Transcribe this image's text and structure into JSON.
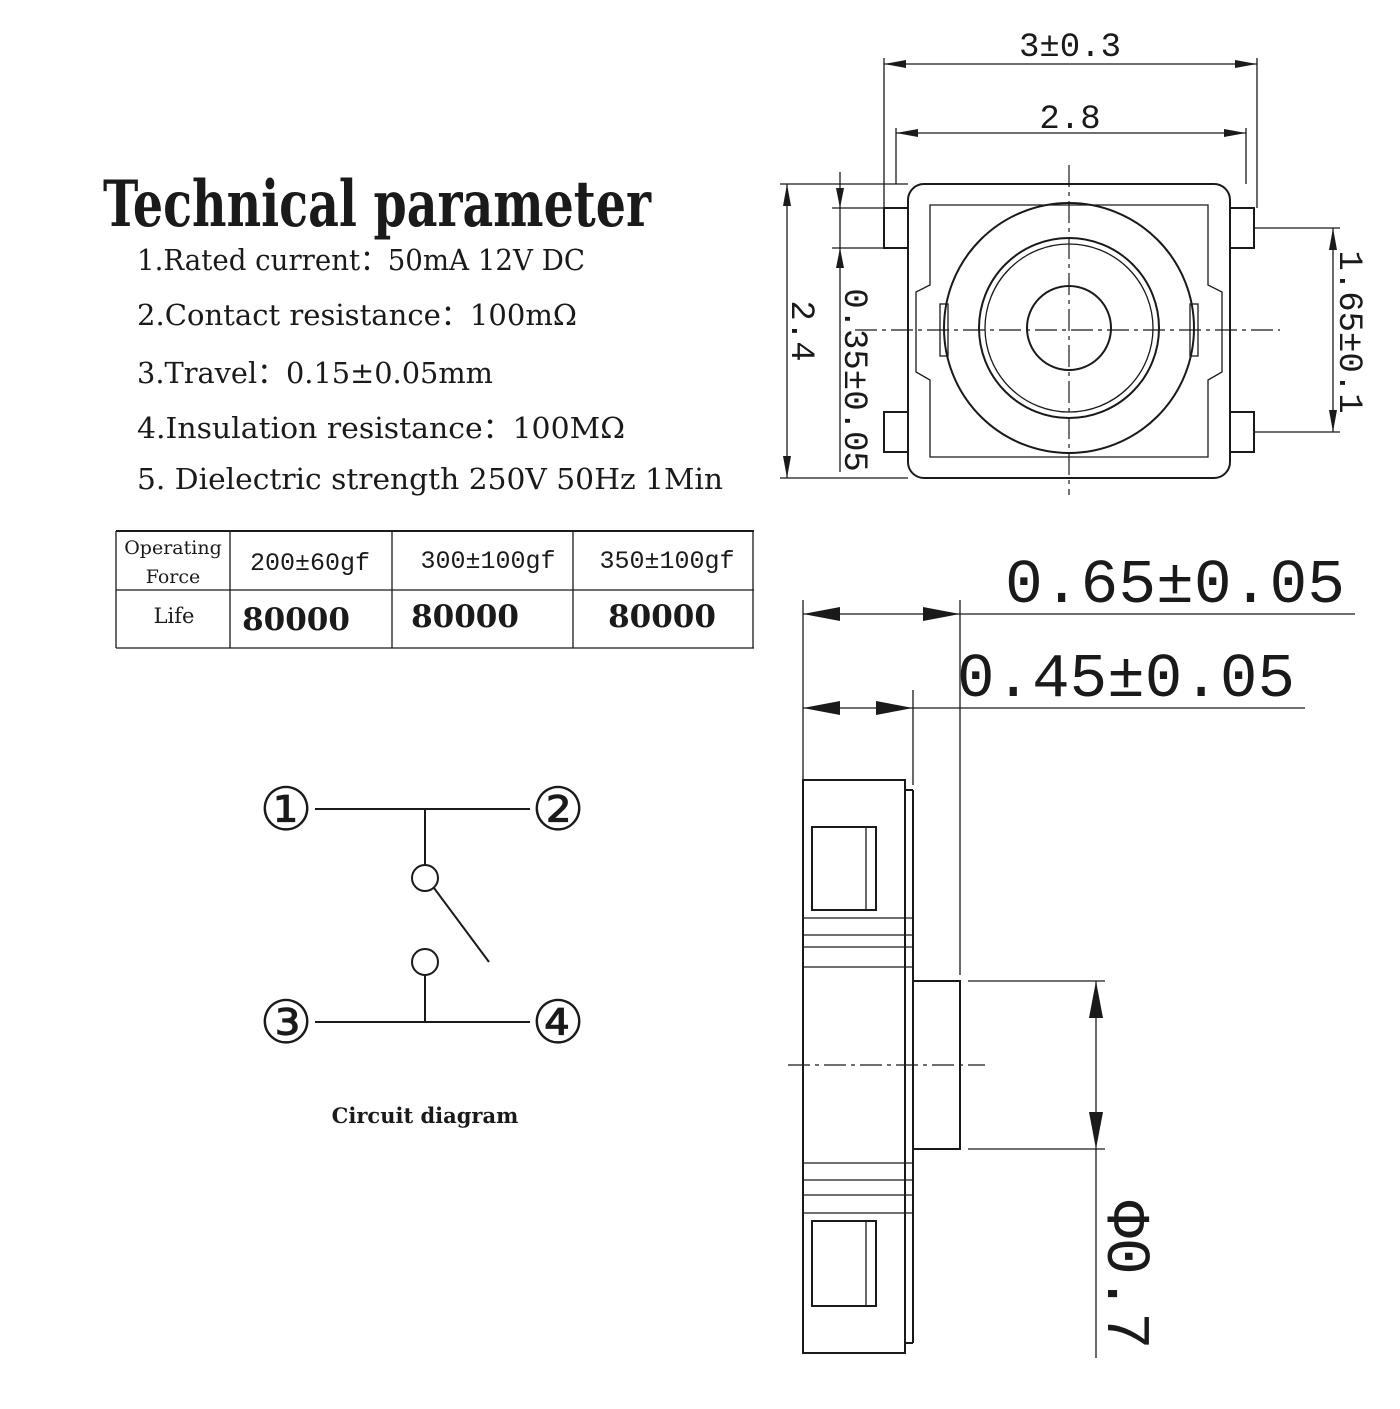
{
  "title": "Technical parameter",
  "params": [
    "1.Rated current：50mA 12V DC",
    "2.Contact resistance：100mΩ",
    "3.Travel：0.15±0.05mm",
    "4.Insulation resistance：100MΩ",
    "5. Dielectric strength 250V 50Hz 1Min"
  ],
  "table": {
    "row1_label_line1": "Operating",
    "row1_label_line2": "Force",
    "forces": [
      "200±60gf",
      "300±100gf",
      "350±100gf"
    ],
    "row2_label": "Life",
    "lives": [
      "80000",
      "80000",
      "80000"
    ]
  },
  "circuit": {
    "pins": [
      "①",
      "②",
      "③",
      "④"
    ],
    "caption": "Circuit diagram"
  },
  "dimensions": {
    "top_width_outer": "3±0.3",
    "top_width_inner": "2.8",
    "height": "2.4",
    "pad_width": "0.35±0.05",
    "pad_pitch": "1.65±0.1",
    "side_total": "0.65±0.05",
    "side_body": "0.45±0.05",
    "actuator_diameter": "Φ0.7"
  }
}
